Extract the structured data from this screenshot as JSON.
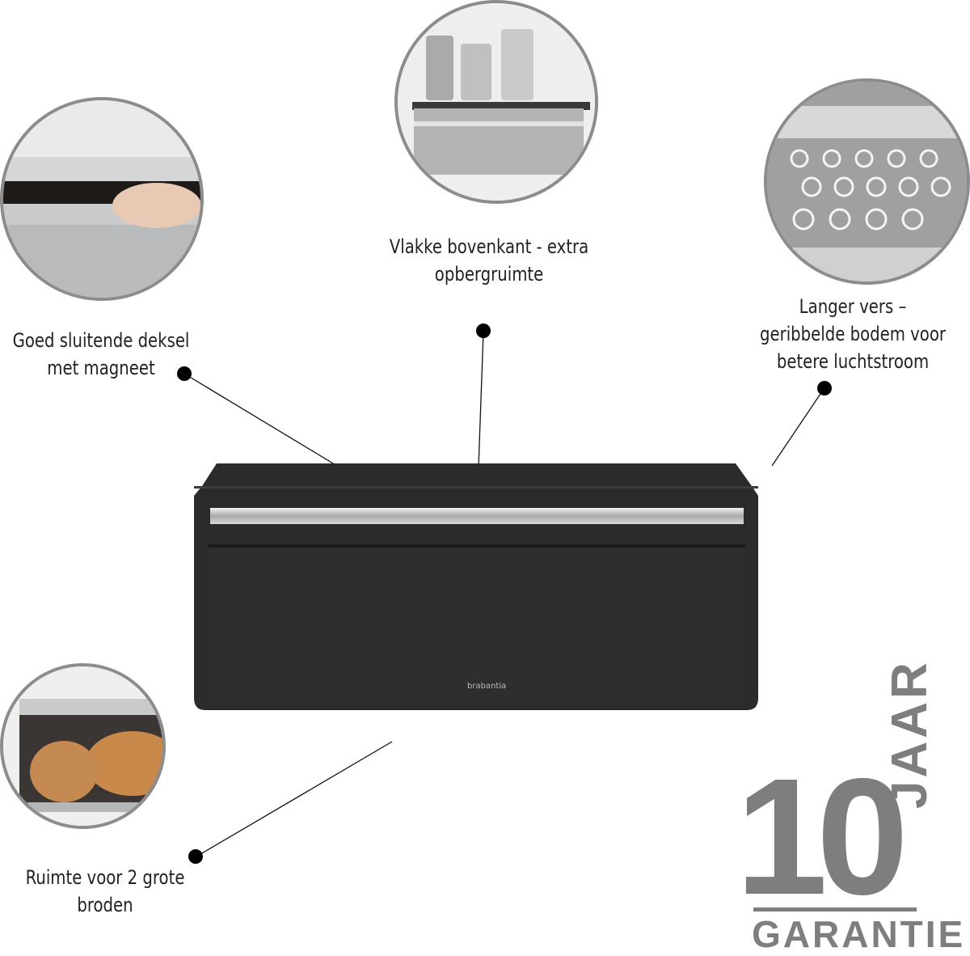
{
  "features": {
    "lid": {
      "line1": "Goed sluitende deksel",
      "line2": "met magneet"
    },
    "top": {
      "line1": "Vlakke bovenkant - extra",
      "line2": "opbergruimte"
    },
    "bottom": {
      "line1": "Langer vers –",
      "line2": "geribbelde bodem voor",
      "line3": "betere luchtstroom"
    },
    "space": {
      "line1": "Ruimte voor 2 grote",
      "line2": "broden"
    }
  },
  "product": {
    "brand": "brabantia"
  },
  "warranty": {
    "number": "10",
    "unit": "JAAR",
    "label": "GARANTIE"
  },
  "colors": {
    "product_body": "#2b2b2d",
    "badge_gray": "#7e7e80",
    "circle_border": "#8c8c8c"
  }
}
